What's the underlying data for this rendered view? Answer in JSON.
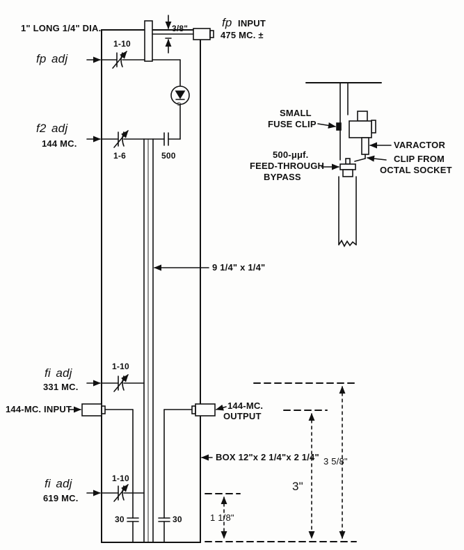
{
  "main_diagram": {
    "rod_label": "1\" LONG 1/4\" DIA.",
    "gap_dimension": "3/8\"",
    "fp_input": {
      "symbol": "fp",
      "label": "INPUT",
      "freq": "475 MC. ±"
    },
    "fp_adj": {
      "symbol": "fp",
      "label": "adj",
      "cap": "1-10"
    },
    "f2_adj": {
      "symbol": "f2",
      "label": "adj",
      "freq": "144 MC.",
      "cap": "1-6",
      "coupling_cap": "500"
    },
    "line_dimension": "9 1/4\" x 1/4\"",
    "f1_adj_upper": {
      "symbol": "fi",
      "label": "adj",
      "freq": "331 MC.",
      "cap": "1-10"
    },
    "input_144": "144-MC. INPUT",
    "output_144": {
      "line1": "144-MC.",
      "line2": "OUTPUT"
    },
    "box_label": "BOX 12\"x 2 1/4\"x 2 1/4\"",
    "f1_adj_lower": {
      "symbol": "fi",
      "label": "adj",
      "freq": "619 MC.",
      "cap": "1-10"
    },
    "bypass_left": "30",
    "bypass_right": "30",
    "dim_short": "1 1/8\"",
    "dim_mid": "3\"",
    "dim_long": "3 5/8\""
  },
  "detail": {
    "fuse_clip": {
      "line1": "SMALL",
      "line2": "FUSE CLIP"
    },
    "varactor": "VARACTOR",
    "feedthrough": {
      "line1": "500-μμf.",
      "line2": "FEED-THROUGH",
      "line3": "BYPASS"
    },
    "octal_clip": {
      "line1": "CLIP FROM",
      "line2": "OCTAL SOCKET"
    }
  }
}
